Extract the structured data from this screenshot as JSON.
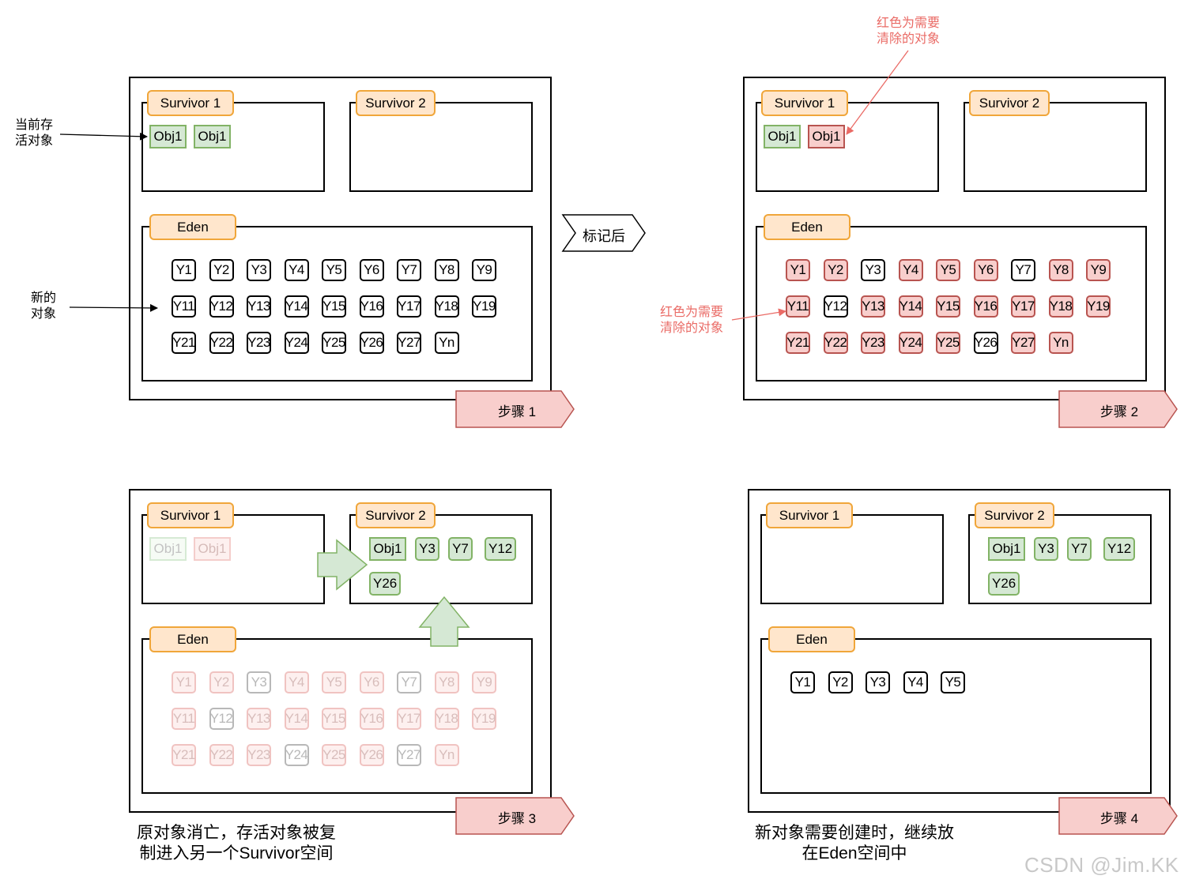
{
  "panel1": {
    "survivor1": "Survivor 1",
    "survivor2": "Survivor 2",
    "eden": "Eden",
    "objs": [
      "Obj1",
      "Obj1"
    ],
    "rows": [
      [
        "Y1",
        "Y2",
        "Y3",
        "Y4",
        "Y5",
        "Y6",
        "Y7",
        "Y8",
        "Y9"
      ],
      [
        "Y11",
        "Y12",
        "Y13",
        "Y14",
        "Y15",
        "Y16",
        "Y17",
        "Y18",
        "Y19"
      ],
      [
        "Y21",
        "Y22",
        "Y23",
        "Y24",
        "Y25",
        "Y26",
        "Y27",
        "Yn"
      ]
    ],
    "step": "步骤 1",
    "note_survivors": "当前存\n活对象",
    "note_new": "新的\n对象"
  },
  "transition": "标记后",
  "panel2": {
    "survivor1": "Survivor 1",
    "survivor2": "Survivor 2",
    "eden": "Eden",
    "objs": [
      "Obj1",
      "Obj1"
    ],
    "rows": [
      [
        "Y1",
        "Y2",
        "Y3",
        "Y4",
        "Y5",
        "Y6",
        "Y7",
        "Y8",
        "Y9"
      ],
      [
        "Y11",
        "Y12",
        "Y13",
        "Y14",
        "Y15",
        "Y16",
        "Y17",
        "Y18",
        "Y19"
      ],
      [
        "Y21",
        "Y22",
        "Y23",
        "Y24",
        "Y25",
        "Y26",
        "Y27",
        "Yn"
      ]
    ],
    "live_cells": [
      "Y3",
      "Y7",
      "Y12",
      "Y26"
    ],
    "step": "步骤 2",
    "note_top": "红色为需要\n清除的对象",
    "note_left": "红色为需要\n清除的对象"
  },
  "panel3": {
    "survivor1": "Survivor 1",
    "survivor2": "Survivor 2",
    "eden": "Eden",
    "objs": [
      "Obj1",
      "Obj1"
    ],
    "copied": [
      "Obj1",
      "Y3",
      "Y7",
      "Y12",
      "Y26"
    ],
    "rows": [
      [
        "Y1",
        "Y2",
        "Y3",
        "Y4",
        "Y5",
        "Y6",
        "Y7",
        "Y8",
        "Y9"
      ],
      [
        "Y11",
        "Y12",
        "Y13",
        "Y14",
        "Y15",
        "Y16",
        "Y17",
        "Y18",
        "Y19"
      ],
      [
        "Y21",
        "Y22",
        "Y23",
        "Y24",
        "Y25",
        "Y26",
        "Y27",
        "Yn"
      ]
    ],
    "live_cells": [
      "Y3",
      "Y7",
      "Y12",
      "Y24",
      "Y27"
    ],
    "step": "步骤 3",
    "caption": "原对象消亡，存活对象被复\n制进入另一个Survivor空间"
  },
  "panel4": {
    "survivor1": "Survivor 1",
    "survivor2": "Survivor 2",
    "eden": "Eden",
    "copied": [
      "Obj1",
      "Y3",
      "Y7",
      "Y12",
      "Y26"
    ],
    "eden_cells": [
      "Y1",
      "Y2",
      "Y3",
      "Y4",
      "Y5"
    ],
    "step": "步骤 4",
    "caption": "新对象需要创建时，继续放\n在Eden空间中"
  },
  "watermark": "CSDN @Jim.KK",
  "colors": {
    "label_fill": "#ffe6cc",
    "label_stroke": "#f0a63a",
    "red_fill": "#f8cecc",
    "red_stroke": "#b85450",
    "green_fill": "#d5e8d4",
    "green_stroke": "#82b366",
    "annotation_red": "#ea6b66"
  }
}
